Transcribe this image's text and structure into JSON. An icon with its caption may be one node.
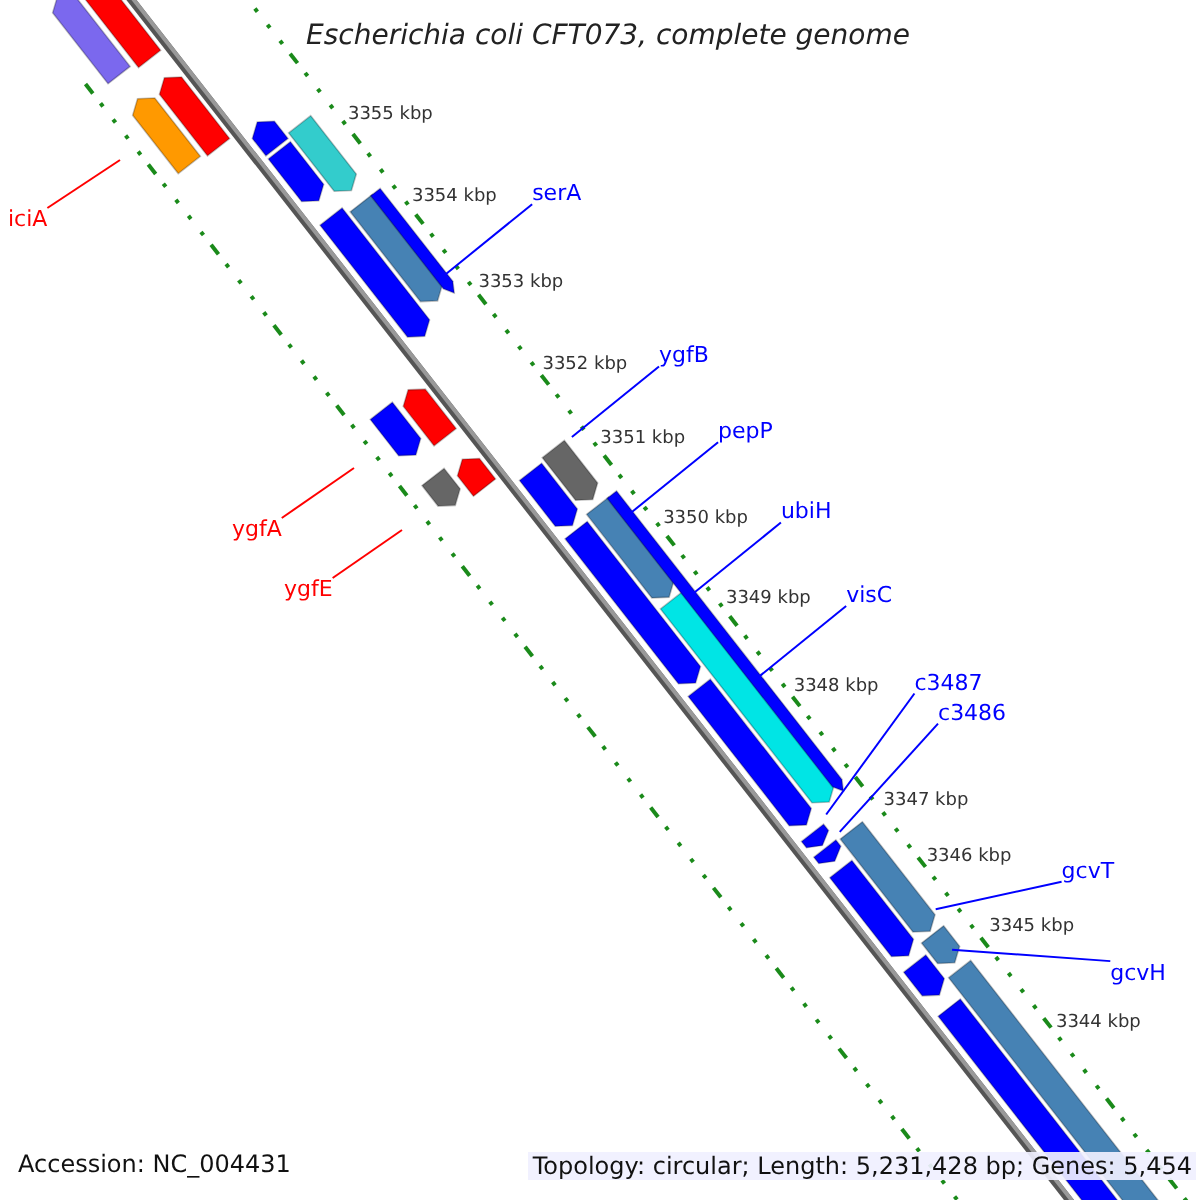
{
  "diagram": {
    "title": "Escherichia coli CFT073, complete genome",
    "nodes": [
      {
        "text": [
          "iciA"
        ]
      },
      {
        "text": [
          "serA"
        ]
      },
      {
        "text": [
          "ygfB"
        ]
      },
      {
        "text": [
          "ygfA"
        ]
      },
      {
        "text": [
          "pepP"
        ]
      },
      {
        "text": [
          "ygfE"
        ]
      },
      {
        "text": [
          "ubiH"
        ]
      },
      {
        "text": [
          "visC"
        ]
      },
      {
        "text": [
          "c3487"
        ]
      },
      {
        "text": [
          "c3486"
        ]
      },
      {
        "text": [
          "gcvT"
        ]
      },
      {
        "text": [
          "gcvH"
        ]
      }
    ],
    "edges": [
      {
        "from": 0,
        "to": null,
        "arrow": "none",
        "color": "#ff0000"
      },
      {
        "from": 1,
        "to": null,
        "arrow": "none"
      },
      {
        "from": 2,
        "to": null,
        "arrow": "none"
      },
      {
        "from": 3,
        "to": null,
        "arrow": "none",
        "color": "#ff0000"
      },
      {
        "from": 4,
        "to": null,
        "arrow": "none"
      },
      {
        "from": 5,
        "to": null,
        "arrow": "none",
        "color": "#ff0000"
      },
      {
        "from": 6,
        "to": null,
        "arrow": "none"
      },
      {
        "from": 7,
        "to": null,
        "arrow": "none"
      },
      {
        "from": 8,
        "to": null,
        "arrow": "none"
      },
      {
        "from": 9,
        "to": null,
        "arrow": "none"
      },
      {
        "from": 10,
        "to": null,
        "arrow": "none"
      },
      {
        "from": 11,
        "to": null,
        "arrow": "none"
      }
    ],
    "labels": [
      "3355 kbp",
      "3354 kbp",
      "3353 kbp",
      "3352 kbp",
      "3351 kbp",
      "3350 kbp",
      "3349 kbp",
      "3348 kbp",
      "3347 kbp",
      "3346 kbp",
      "3345 kbp",
      "3344 kbp",
      "Accession: NC_004431",
      "Topology: circular; Length: 5,231,428 bp; Genes: 5,454"
    ]
  }
}
